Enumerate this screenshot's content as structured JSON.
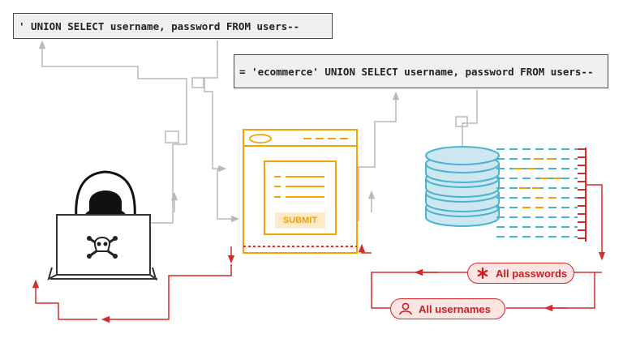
{
  "queries": {
    "query_1": "' UNION SELECT username, password FROM users--",
    "query_2": "= 'ecommerce' UNION SELECT username, password FROM users--"
  },
  "form": {
    "submit_label": "SUBMIT"
  },
  "results": {
    "passwords_label": "All passwords",
    "usernames_label": "All usernames"
  },
  "icons": {
    "attacker": "hooded-hacker-icon",
    "laptop_symbol": "skull-crossbones-icon",
    "database": "database-icon",
    "passwords": "asterisk-icon",
    "usernames": "user-icon"
  },
  "colors": {
    "gray_line": "#b9b9b9",
    "orange": "#f5a300",
    "red": "#d52b2b",
    "blue": "#4ab3cf",
    "db_fill": "#cde7f1"
  }
}
